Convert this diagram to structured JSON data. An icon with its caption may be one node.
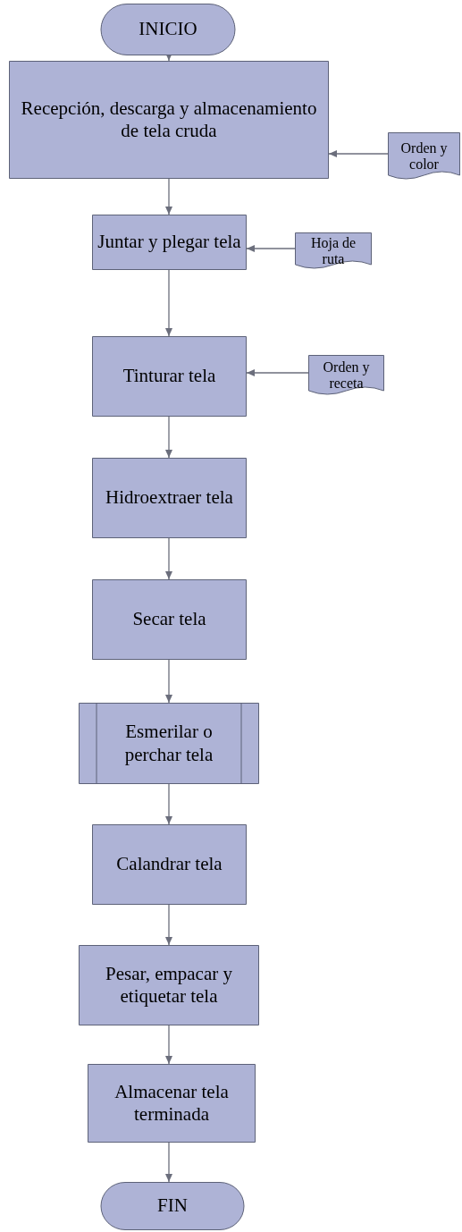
{
  "diagram": {
    "nodes": [
      {
        "text": [
          "INICIO"
        ]
      },
      {
        "text": [
          "Recepción, descarga y almacenamiento de tela cruda"
        ]
      },
      {
        "text": [
          "Orden y color"
        ]
      },
      {
        "text": [
          "Juntar y plegar tela"
        ]
      },
      {
        "text": [
          "Hoja de ruta"
        ]
      },
      {
        "text": [
          "Tinturar tela"
        ]
      },
      {
        "text": [
          "Orden y receta"
        ]
      },
      {
        "text": [
          "Hidroextraer tela"
        ]
      },
      {
        "text": [
          "Secar tela"
        ]
      },
      {
        "text": [
          "Esmerilar o perchar tela"
        ]
      },
      {
        "text": [
          "Calandrar tela"
        ]
      },
      {
        "text": [
          "Pesar, empacar y etiquetar tela"
        ]
      },
      {
        "text": [
          "Almacenar tela terminada"
        ]
      },
      {
        "text": [
          "FIN"
        ]
      }
    ],
    "edges": [
      {
        "from": 0,
        "to": 1,
        "arrow": "to"
      },
      {
        "from": 2,
        "to": 1,
        "arrow": "to"
      },
      {
        "from": 1,
        "to": 3,
        "arrow": "to"
      },
      {
        "from": 4,
        "to": 3,
        "arrow": "to"
      },
      {
        "from": 3,
        "to": 5,
        "arrow": "to"
      },
      {
        "from": 6,
        "to": 5,
        "arrow": "to"
      },
      {
        "from": 5,
        "to": 7,
        "arrow": "to"
      },
      {
        "from": 7,
        "to": 8,
        "arrow": "to"
      },
      {
        "from": 8,
        "to": 9,
        "arrow": "to"
      },
      {
        "from": 9,
        "to": 10,
        "arrow": "to"
      },
      {
        "from": 10,
        "to": 11,
        "arrow": "to"
      },
      {
        "from": 11,
        "to": 12,
        "arrow": "to"
      },
      {
        "from": 12,
        "to": 13,
        "arrow": "to"
      }
    ]
  }
}
